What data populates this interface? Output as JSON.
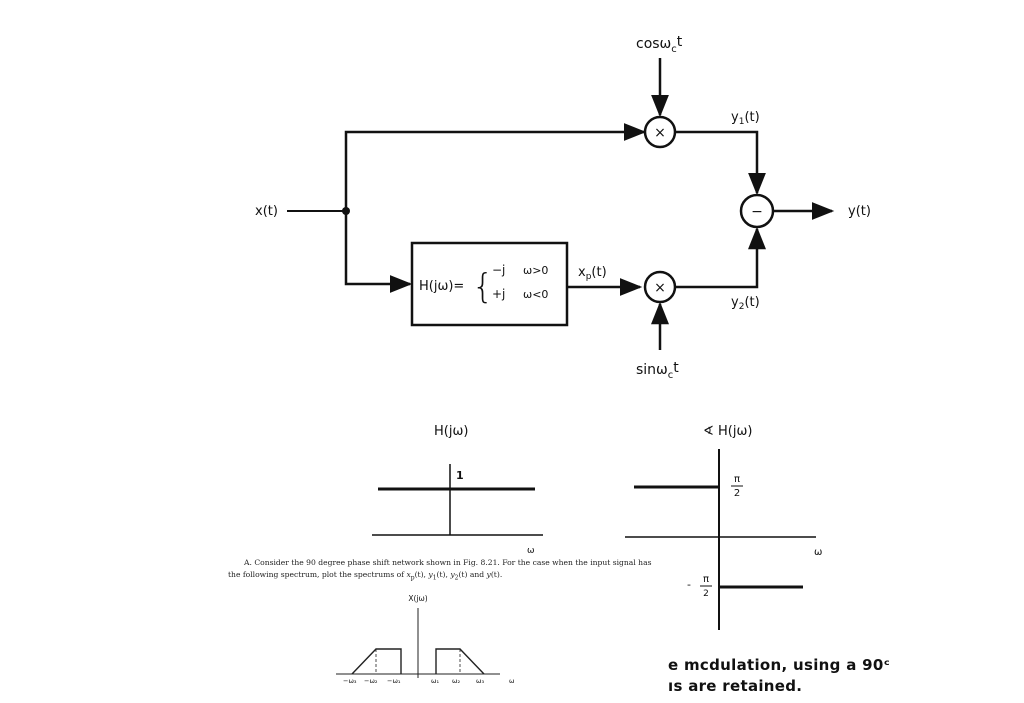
{
  "block_diagram": {
    "input_label": "x(t)",
    "output_label": "y(t)",
    "carrier_top_label": "cosω",
    "carrier_top_sub": "c",
    "carrier_top_tail": "t",
    "carrier_bottom_label": "sinω",
    "carrier_bottom_sub": "c",
    "carrier_bottom_tail": "t",
    "y1_label": "y",
    "y1_sub": "1",
    "y1_tail": "(t)",
    "y2_label": "y",
    "y2_sub": "2",
    "y2_tail": "(t)",
    "xp_label": "x",
    "xp_sub": "p",
    "xp_tail": "(t)",
    "multiplier_symbol": "×",
    "summer_symbol": "−",
    "filter": {
      "lhs": "H(jω)=",
      "brace": "{",
      "row1_value": "−j",
      "row1_cond": "ω>0",
      "row2_value": "+j",
      "row2_cond": "ω<0"
    }
  },
  "magnitude_plot": {
    "title": "H(jω)",
    "level_label": "1",
    "axis_label": "ω"
  },
  "phase_plot": {
    "title": "∢ H(jω)",
    "pos_label_num": "π",
    "pos_label_den": "2",
    "neg_label_sign": "-",
    "neg_label_num": "π",
    "neg_label_den": "2",
    "axis_label": "ω"
  },
  "problem": {
    "prefix": "A.",
    "text_1": "Consider the 90 degree phase shift network shown in Fig. 8.21. For the case when the input signal has the following spectrum, plot the spectrums of ",
    "xp": "x",
    "xp_sub": "p",
    "text_2": "(t), ",
    "y1": "y",
    "y1_sub": "1",
    "text_3": "(t), ",
    "y2": "y",
    "y2_sub": "2",
    "text_4": "(t) and ",
    "y": "y",
    "text_5": "(t)."
  },
  "spectrum_plot": {
    "title": "X(jω)",
    "ticks": [
      "−ω₃",
      "−ω₂",
      "−ω₁",
      "ω₁",
      "ω₂",
      "ω₃",
      "ω"
    ]
  },
  "caption_lines": [
    "e mcdulation, using a 90ᶜ",
    "ıs are retained."
  ]
}
